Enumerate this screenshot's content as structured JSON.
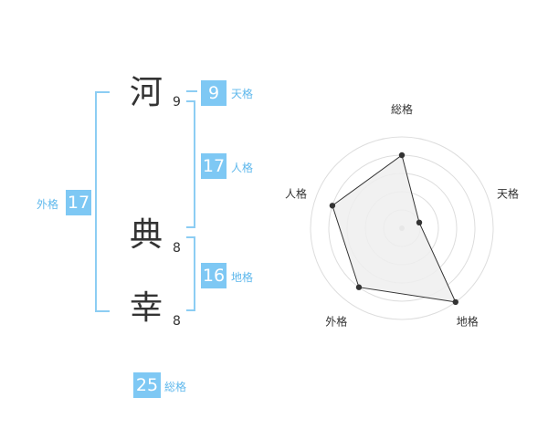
{
  "name": {
    "chars": [
      {
        "char": "河",
        "strokes": "9"
      },
      {
        "char": "典",
        "strokes": "8"
      },
      {
        "char": "幸",
        "strokes": "8"
      }
    ]
  },
  "kaku": {
    "tenkaku": {
      "value": "9",
      "label": "天格"
    },
    "jinkaku": {
      "value": "17",
      "label": "人格"
    },
    "chikaku": {
      "value": "16",
      "label": "地格"
    },
    "gaikaku": {
      "value": "17",
      "label": "外格"
    },
    "soukaku": {
      "value": "25",
      "label": "総格"
    }
  },
  "chart_data": {
    "type": "radar",
    "axes": [
      "総格",
      "天格",
      "地格",
      "外格",
      "人格"
    ],
    "values": [
      4,
      1,
      5,
      4,
      4
    ],
    "rmax": 5,
    "rings": 5,
    "colors": {
      "fill": "#eeeeee",
      "stroke": "#333333",
      "ring": "#dddddd",
      "center": "#bbbbbb"
    }
  }
}
